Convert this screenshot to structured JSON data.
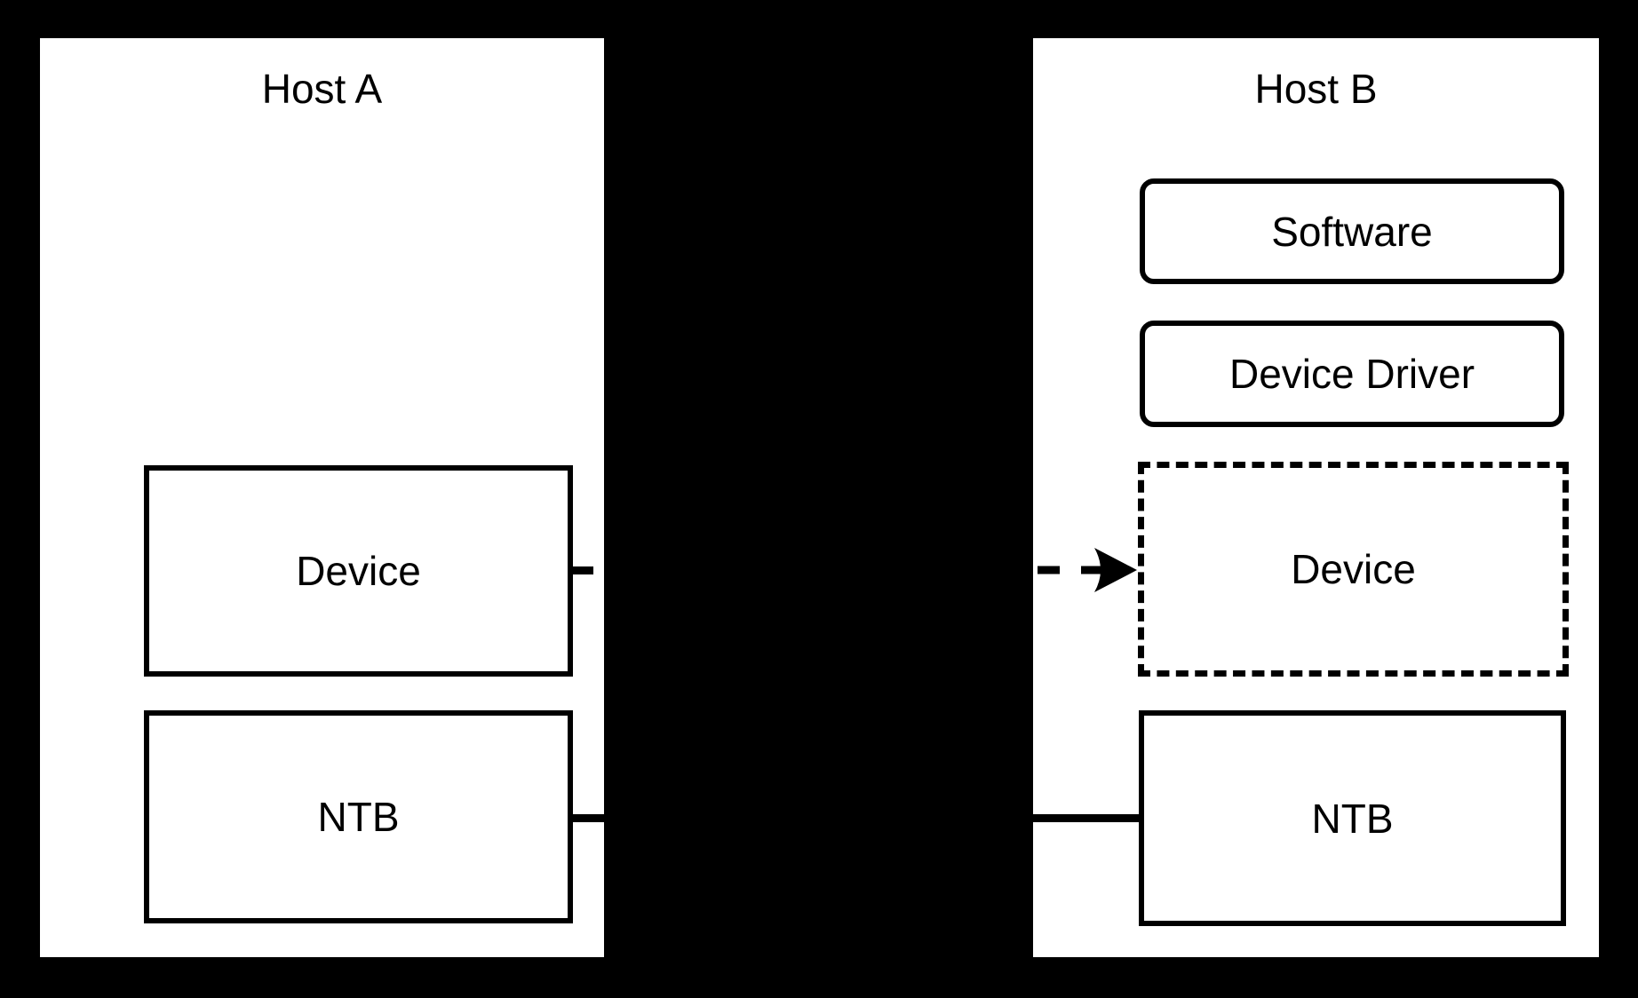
{
  "diagram": {
    "background_color": "#000000",
    "host_fill_color": "#ffffff",
    "line_color": "#000000"
  },
  "host_a": {
    "title": "Host A",
    "boxes": {
      "device": "Device",
      "ntb": "NTB"
    }
  },
  "host_b": {
    "title": "Host B",
    "boxes": {
      "software": "Software",
      "device_driver": "Device Driver",
      "device": "Device",
      "ntb": "NTB"
    }
  },
  "connectors": {
    "device_link_style": "dashed-arrow",
    "ntb_link_style": "solid-line"
  }
}
